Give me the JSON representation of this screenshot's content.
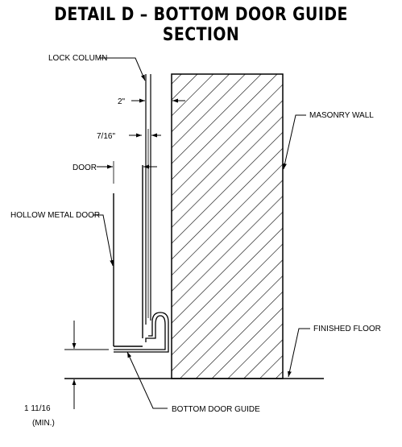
{
  "title": "DETAIL D – BOTTOM DOOR GUIDE SECTION",
  "labels": {
    "lock_column": "LOCK COLUMN",
    "two_inch": "2\"",
    "seven_sixteenths": "7/16\"",
    "door": "DOOR",
    "hollow_metal_door": "HOLLOW METAL DOOR",
    "masonry_wall": "MASONRY WALL",
    "finished_floor": "FINISHED FLOOR",
    "bottom_door_guide": "BOTTOM DOOR GUIDE",
    "clearance": "1 11/16",
    "clearance_note": "(MIN.)"
  }
}
